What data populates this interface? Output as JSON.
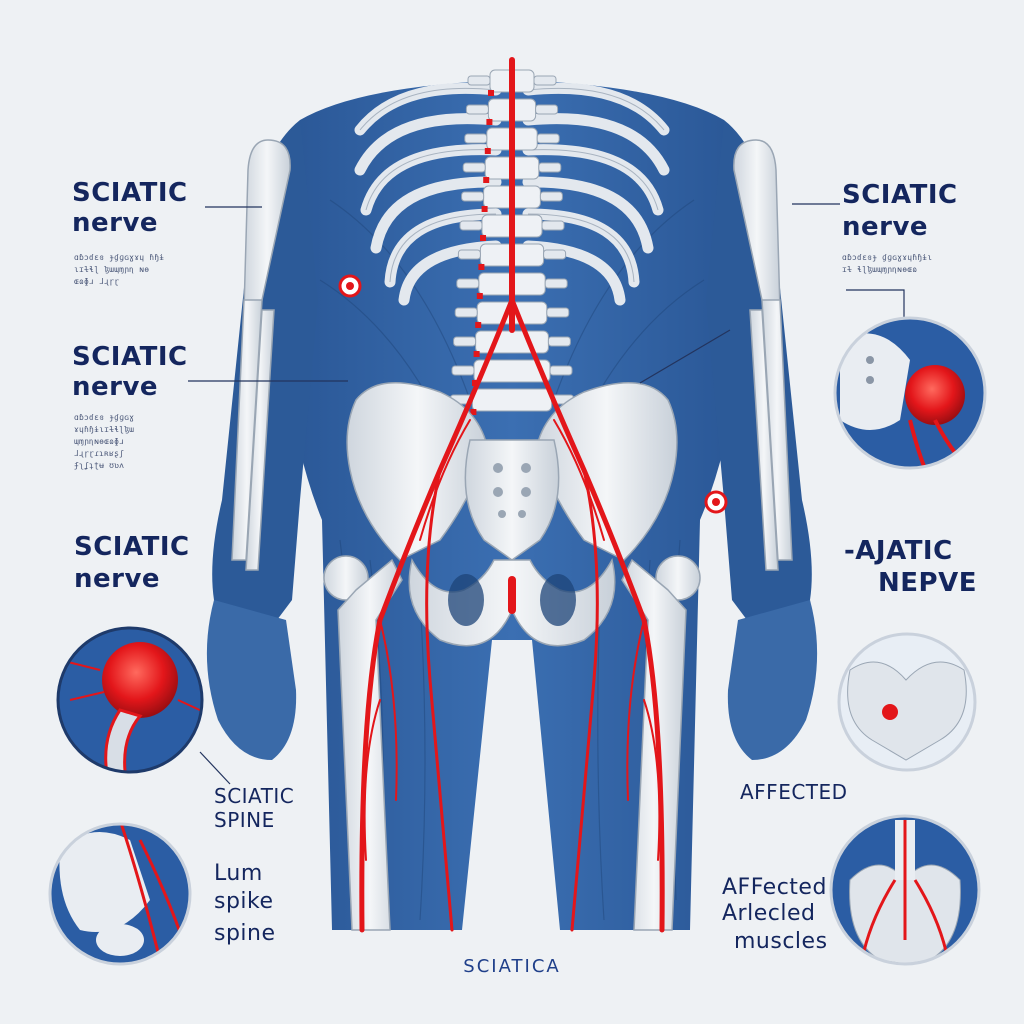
{
  "labels": {
    "left_top_title": "SCIATIC",
    "left_top_sub": "nerve",
    "left_mid_title": "SCIATIC",
    "left_mid_sub": "nerve",
    "left_low_title": "SCIATIC",
    "left_low_sub": "nerve",
    "right_top_title": "SCIATIC",
    "right_top_sub": "nerve",
    "right_mid_title": "-AJATIC",
    "right_mid_sub": "NEPVE",
    "sciatic_spine_1": "SCIATIC",
    "sciatic_spine_2": "SPINE",
    "affected": "AFFECTED",
    "lum_1": "Lum",
    "lum_2": "spike",
    "lum_3": "spine",
    "affected_muscles_1": "AFFected",
    "affected_muscles_2": "Arlecled",
    "affected_muscles_3": "muscles",
    "bottom_title": "SCIATICA"
  },
  "colors": {
    "background": "#eef1f4",
    "body_blue": "#2f5d9c",
    "muscle_dark": "#1e4478",
    "bone": "#e9edf2",
    "nerve_red": "#e3161a",
    "text_navy": "#14265e"
  },
  "icons": [
    "hip-joint-inset",
    "nerve-root-inset",
    "pelvis-inset",
    "lumbar-inset"
  ]
}
